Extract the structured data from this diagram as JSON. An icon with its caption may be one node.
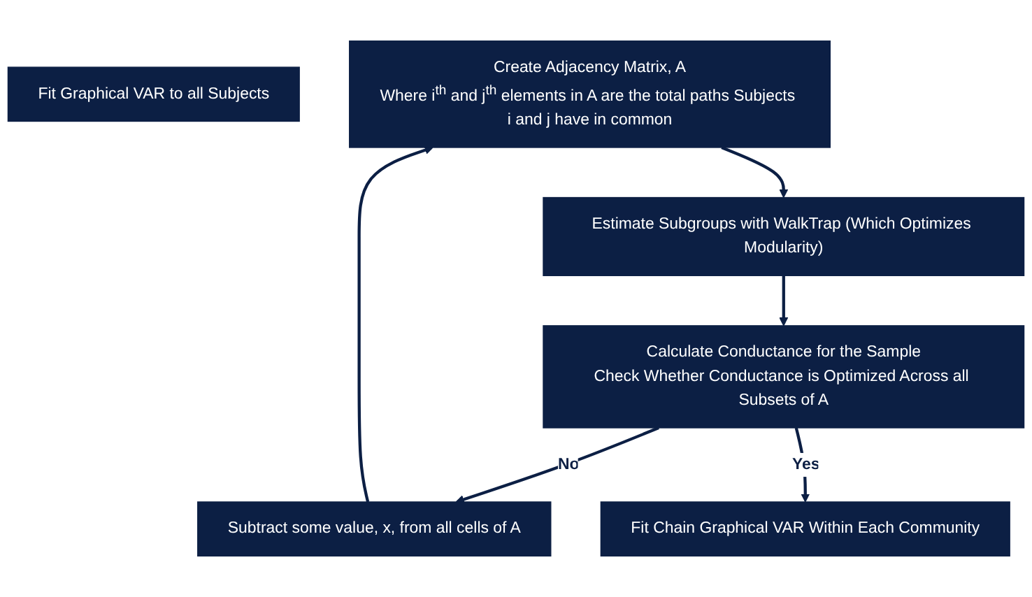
{
  "diagram": {
    "nodes": [
      {
        "text": [
          "Fit Graphical VAR to all Subjects"
        ]
      },
      {
        "text": [
          "Create Adjacency Matrix, A",
          "Where i$^{th}$ and j$^{th}$ elements in A are the total paths Subjects i and j have in common"
        ]
      },
      {
        "text": [
          "Estimate Subgroups with WalkTrap (Which Optimizes Modularity)"
        ]
      },
      {
        "text": [
          "Calculate Conductance for the Sample",
          "Check Whether Conductance is Optimized Across all Subsets of A"
        ]
      },
      {
        "text": [
          "Subtract some value, x, from all cells of A"
        ]
      },
      {
        "text": [
          "Fit Chain Graphical VAR Within Each Community"
        ]
      }
    ],
    "edges": [
      {
        "from": 1,
        "to": 2,
        "arrow": "to"
      },
      {
        "from": 2,
        "to": 3,
        "arrow": "to"
      },
      {
        "from": 3,
        "to": 4,
        "arrow": "to",
        "label": "No"
      },
      {
        "from": 3,
        "to": 5,
        "arrow": "to",
        "label": "Yes"
      },
      {
        "from": 4,
        "to": 1,
        "arrow": "to"
      }
    ]
  }
}
